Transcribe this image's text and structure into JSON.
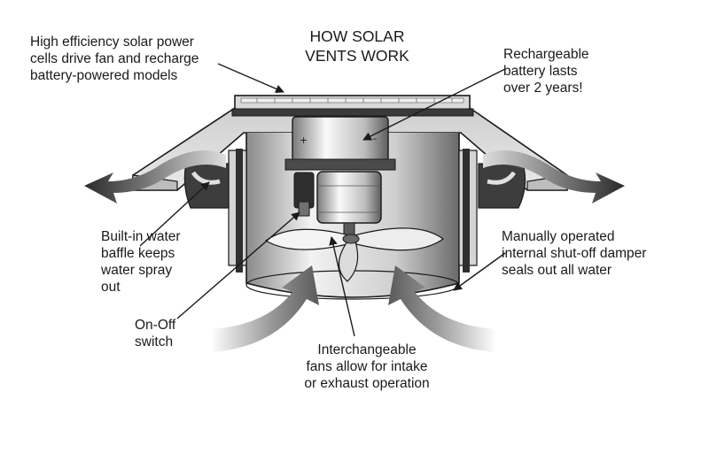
{
  "title": "HOW SOLAR\nVENTS WORK",
  "labels": {
    "solar_cells": "High efficiency solar power\ncells drive fan and recharge\nbattery-powered models",
    "battery": "Rechargeable\nbattery lasts\nover 2 years!",
    "water_baffle": "Built-in water\nbaffle keeps\nwater spray\nout",
    "damper": "Manually operated\ninternal shut-off damper\nseals out all water",
    "switch": "On-Off\nswitch",
    "fans": "Interchangeable\nfans allow for intake\nor exhaust operation"
  },
  "colors": {
    "ink": "#1a1a1a",
    "shade_dark": "#6f6f6f",
    "shade_mid": "#b5b5b5",
    "shade_light": "#e4e4e4"
  }
}
